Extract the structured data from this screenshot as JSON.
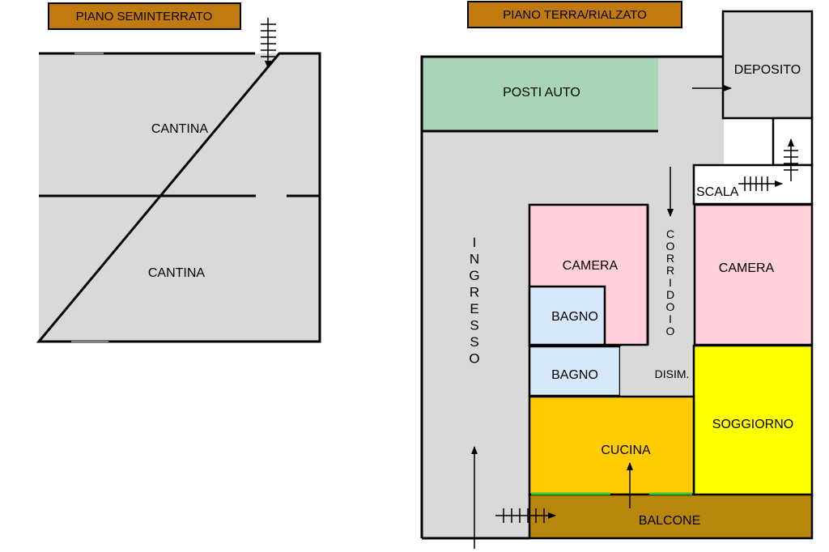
{
  "colors": {
    "title_fill": "#c07a10",
    "grey": "#d9d9d9",
    "green": "#a8d5b5",
    "pink": "#ffd0da",
    "blue": "#d6e8fa",
    "orange": "#ffcc00",
    "yellow": "#ffff00",
    "brown": "#b8860b",
    "window_green": "#33cc33"
  },
  "basement": {
    "title": "PIANO SEMINTERRATO",
    "rooms": [
      "CANTINA",
      "CANTINA"
    ]
  },
  "ground": {
    "title": "PIANO TERRA/RIALZATO",
    "rooms": {
      "deposito": "DEPOSITO",
      "posti_auto": "POSTI AUTO",
      "scala": "SCALA",
      "ingresso": "INGRESSO",
      "corridoio": "CORRIDOIO",
      "camera_left": "CAMERA",
      "camera_right": "CAMERA",
      "bagno_upper": "BAGNO",
      "bagno_lower": "BAGNO",
      "disim": "DISIM.",
      "soggiorno": "SOGGIORNO",
      "cucina": "CUCINA",
      "balcone": "BALCONE"
    }
  }
}
